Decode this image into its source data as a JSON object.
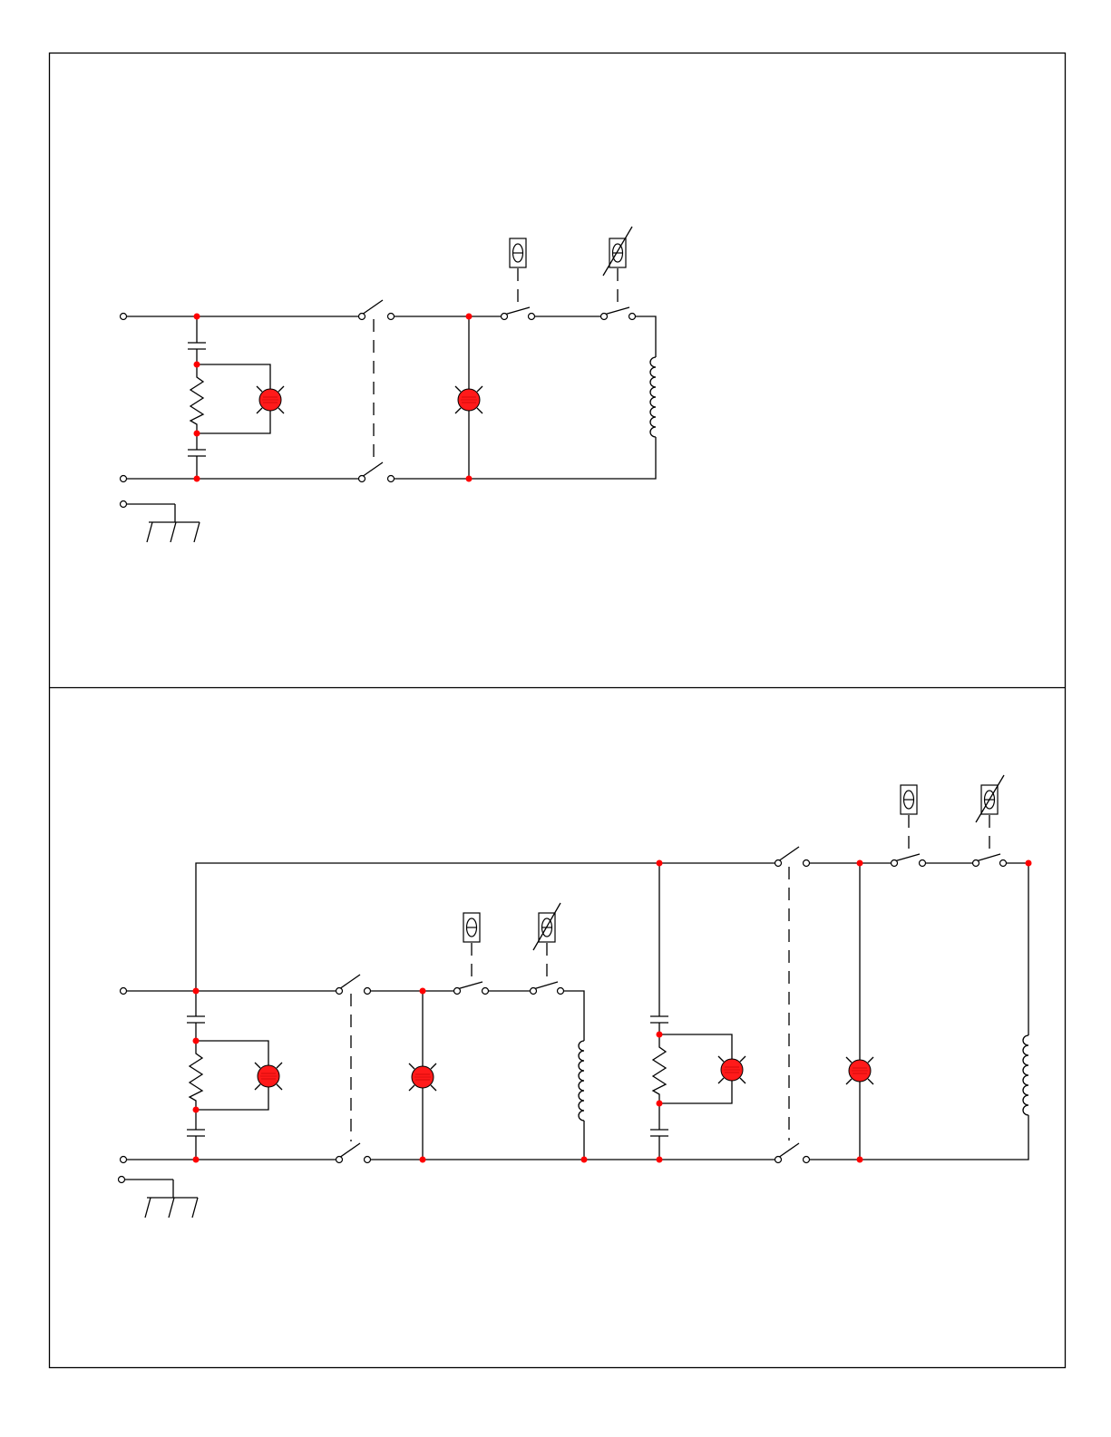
{
  "colors": {
    "node": "#ff0000",
    "lamp": "#ff1a1a",
    "wire": "#000000",
    "background": "#ffffff"
  },
  "panels": [
    {
      "id": "single-heater-circuit",
      "heater_count": 1
    },
    {
      "id": "dual-heater-circuit",
      "heater_count": 2
    }
  ],
  "components": [
    "terminal",
    "junction-node",
    "capacitor",
    "resistor",
    "indicator-lamp",
    "double-pole-switch",
    "thermostat",
    "adjustable-thermostat",
    "heater-coil",
    "ground"
  ]
}
